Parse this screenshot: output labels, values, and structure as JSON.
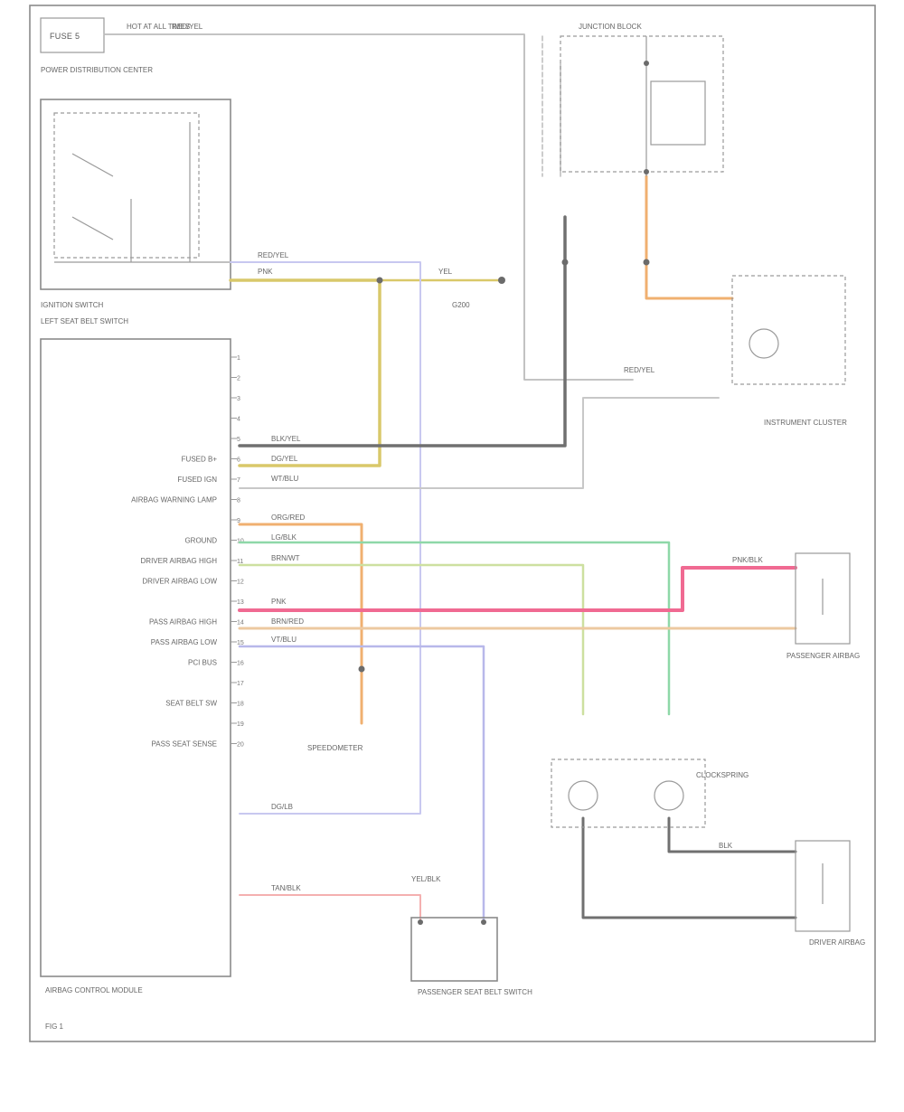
{
  "colors": {
    "frame": "#8a8a8a",
    "wire_black_yellow": "#6f6f6f",
    "wire_yellow": "#d9c86a",
    "wire_orange": "#f0b070",
    "wire_pink": "#f06a92",
    "wire_green": "#8ed8a8",
    "wire_violet": "#b8b8ea",
    "wire_red": "#f4b0b0",
    "wire_light_green": "#cde0a0",
    "wire_tan": "#ecc9a0",
    "wire_gray": "#c0c0c0"
  },
  "top_fuse": {
    "label": "HOT AT ALL TIMES",
    "fuse": "FUSE 5",
    "wire": "RED/YEL"
  },
  "boxes": {
    "power_distribution": "POWER DISTRIBUTION CENTER",
    "ignition_switch": "IGNITION SWITCH",
    "left_seat_belt_switch": "LEFT SEAT BELT SWITCH",
    "airbag_control_module": "AIRBAG CONTROL MODULE",
    "junction_block": "JUNCTION BLOCK",
    "instrument_cluster": "INSTRUMENT CLUSTER",
    "passenger_airbag": "PASSENGER AIRBAG",
    "clockspring": "CLOCKSPRING",
    "driver_airbag": "DRIVER AIRBAG",
    "vehicle_speed": "SPEEDOMETER",
    "passenger_occupant": "PASSENGER SEAT BELT SWITCH",
    "ground": "G200"
  },
  "acm_pins": [
    {
      "num": "1",
      "label": ""
    },
    {
      "num": "2",
      "label": ""
    },
    {
      "num": "3",
      "label": ""
    },
    {
      "num": "4",
      "label": ""
    },
    {
      "num": "5",
      "label": ""
    },
    {
      "num": "6",
      "label": "FUSED B+"
    },
    {
      "num": "7",
      "label": "FUSED IGN"
    },
    {
      "num": "8",
      "label": "AIRBAG WARNING LAMP"
    },
    {
      "num": "9",
      "label": ""
    },
    {
      "num": "10",
      "label": "GROUND"
    },
    {
      "num": "11",
      "label": "DRIVER AIRBAG HIGH"
    },
    {
      "num": "12",
      "label": "DRIVER AIRBAG LOW"
    },
    {
      "num": "13",
      "label": ""
    },
    {
      "num": "14",
      "label": "PASS AIRBAG HIGH"
    },
    {
      "num": "15",
      "label": "PASS AIRBAG LOW"
    },
    {
      "num": "16",
      "label": "PCI BUS"
    },
    {
      "num": "17",
      "label": ""
    },
    {
      "num": "18",
      "label": "SEAT BELT SW"
    },
    {
      "num": "19",
      "label": ""
    },
    {
      "num": "20",
      "label": "PASS SEAT SENSE"
    }
  ],
  "wire_labels": {
    "red_yel_1": "RED/YEL",
    "red_yel_2": "RED/YEL",
    "pnk": "PNK",
    "yel": "YEL",
    "blk_yel": "BLK/YEL",
    "dg_yel": "DG/YEL",
    "wt_blu": "WT/BLU",
    "pnk_wire": "PNK",
    "brn_red": "BRN/RED",
    "lg_blk": "LG/BLK",
    "vt_blu": "VT/BLU",
    "dg_lb": "DG/LB",
    "tan_blk": "TAN/BLK",
    "yel_blk": "YEL/BLK",
    "brn_wt": "BRN/WT",
    "org_red": "ORG/RED",
    "pnk_blk": "PNK/BLK",
    "blk": "BLK"
  },
  "bottom_label": "FIG 1"
}
